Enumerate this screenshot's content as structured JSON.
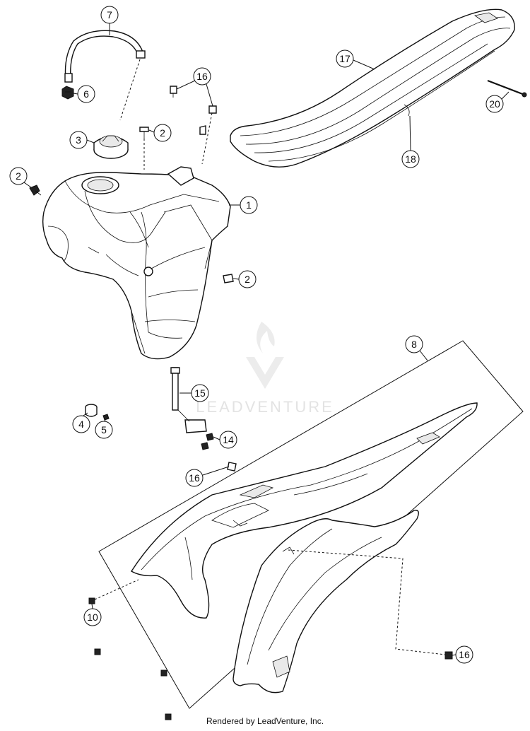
{
  "diagram": {
    "callouts": [
      {
        "num": "7"
      },
      {
        "num": "6"
      },
      {
        "num": "3"
      },
      {
        "num": "2"
      },
      {
        "num": "16"
      },
      {
        "num": "2"
      },
      {
        "num": "1"
      },
      {
        "num": "2"
      },
      {
        "num": "17"
      },
      {
        "num": "20"
      },
      {
        "num": "18"
      },
      {
        "num": "8"
      },
      {
        "num": "15"
      },
      {
        "num": "4"
      },
      {
        "num": "5"
      },
      {
        "num": "14"
      },
      {
        "num": "16"
      },
      {
        "num": "10"
      },
      {
        "num": "16"
      }
    ]
  },
  "watermark": {
    "text": "LEADVENTURE"
  },
  "footer": {
    "text": "Rendered by LeadVenture, Inc."
  }
}
